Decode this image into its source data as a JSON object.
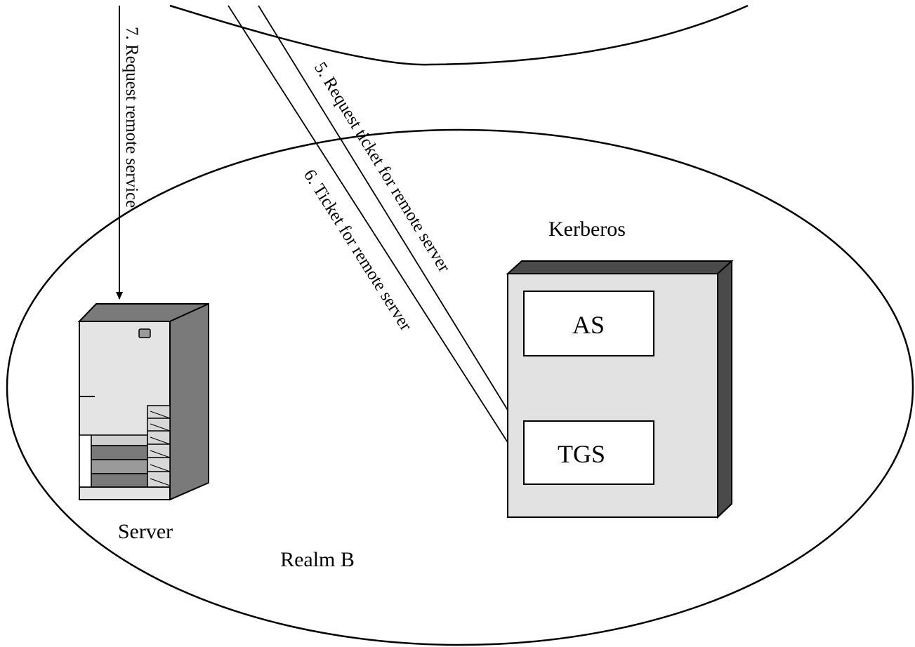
{
  "diagram": {
    "realm_label": "Realm B",
    "server_label": "Server",
    "kerberos_label": "Kerberos",
    "as_label": "AS",
    "tgs_label": "TGS",
    "arrows": {
      "step7": "7. Request remote service",
      "step5": "5. Request ticket for remote server",
      "step6": "6. Ticket for remote server"
    }
  },
  "colors": {
    "line": "#000000",
    "kerberos_face": "#e2e2e2",
    "kerberos_shadow": "#4a4a4a",
    "server_face": "#e4e4e4",
    "server_side": "#7a7a7a"
  }
}
